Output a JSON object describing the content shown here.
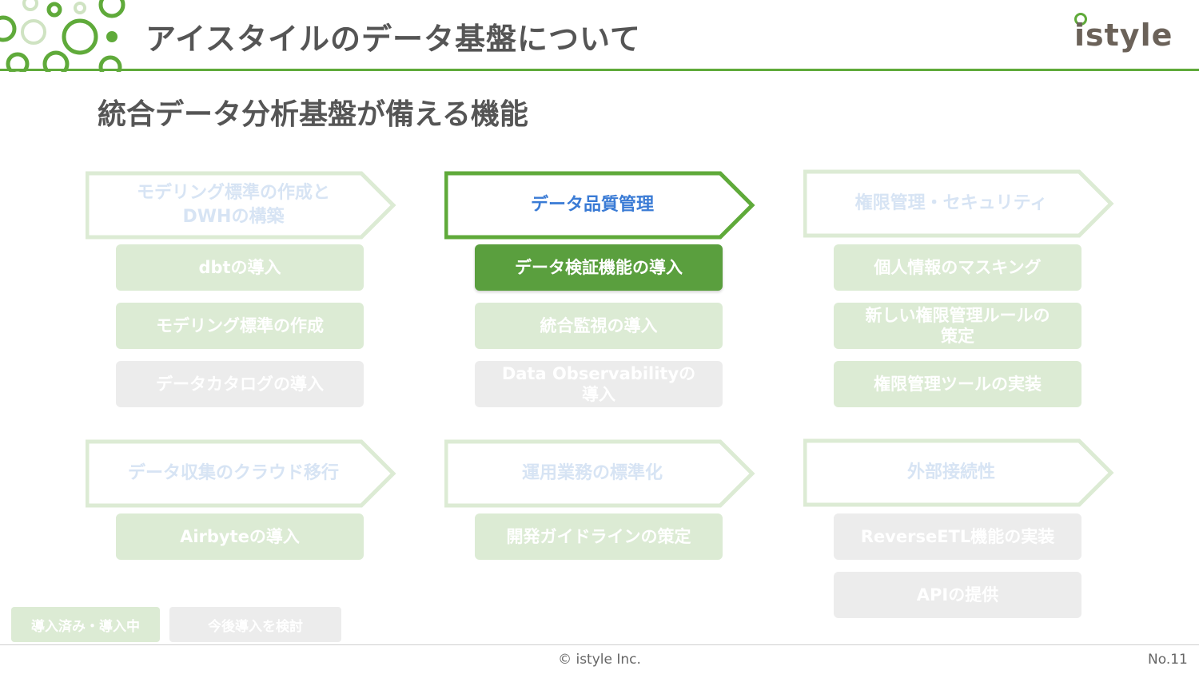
{
  "header": {
    "title": "アイスタイルのデータ基盤について",
    "logo_text": "istyle",
    "accent_color": "#5faa3a"
  },
  "subtitle": "統合データ分析基盤が備える機能",
  "categories": [
    {
      "title": "モデリング標準の作成と\nDWHの構築",
      "active": false,
      "items": [
        {
          "label": "dbtの導入",
          "status": "done"
        },
        {
          "label": "モデリング標準の作成",
          "status": "done"
        },
        {
          "label": "データカタログの導入",
          "status": "todo"
        }
      ]
    },
    {
      "title": "データ品質管理",
      "active": true,
      "items": [
        {
          "label": "データ検証機能の導入",
          "status": "active"
        },
        {
          "label": "統合監視の導入",
          "status": "done"
        },
        {
          "label": "Data Observabilityの\n導入",
          "status": "todo"
        }
      ]
    },
    {
      "title": "権限管理・セキュリティ",
      "active": false,
      "items": [
        {
          "label": "個人情報のマスキング",
          "status": "done"
        },
        {
          "label": "新しい権限管理ルールの\n策定",
          "status": "done"
        },
        {
          "label": "権限管理ツールの実装",
          "status": "done"
        }
      ]
    },
    {
      "title": "データ収集のクラウド移行",
      "active": false,
      "items": [
        {
          "label": "Airbyteの導入",
          "status": "done"
        }
      ]
    },
    {
      "title": "運用業務の標準化",
      "active": false,
      "items": [
        {
          "label": "開発ガイドラインの策定",
          "status": "done"
        }
      ]
    },
    {
      "title": "外部接続性",
      "active": false,
      "items": [
        {
          "label": "ReverseETL機能の実装",
          "status": "todo"
        },
        {
          "label": "APIの提供",
          "status": "todo"
        }
      ]
    }
  ],
  "legend": {
    "done_label": "導入済み・導入中",
    "todo_label": "今後導入を検討"
  },
  "footer": {
    "copyright": "© istyle Inc.",
    "page_number": "No.11"
  },
  "colors": {
    "done": "#dcebd4",
    "todo": "#ececec",
    "active": "#5a9f3e",
    "arrow_inactive": "#dcebd4",
    "arrow_active": "#5faa3a",
    "label_inactive": "#d7e4f4",
    "label_active": "#3a7bd5"
  }
}
